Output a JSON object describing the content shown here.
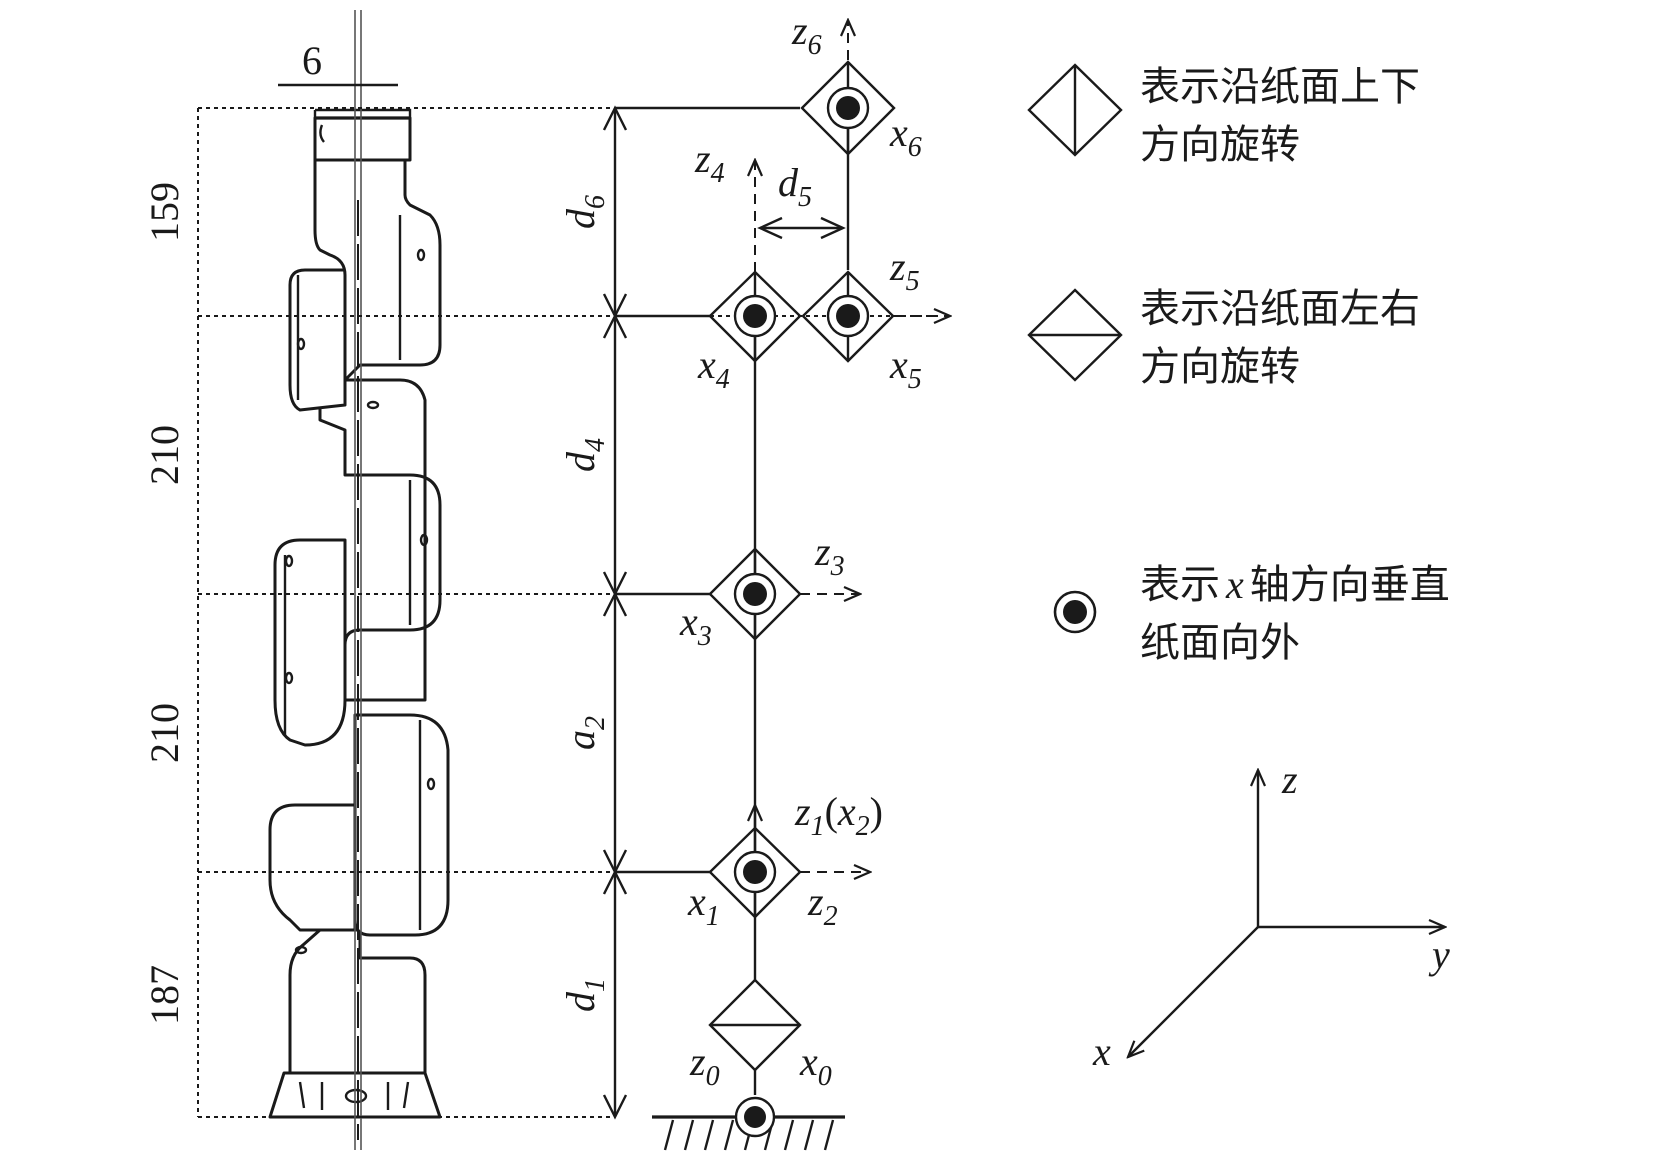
{
  "dimensions": {
    "top_offset": "6",
    "seg_6": "159",
    "seg_4": "210",
    "seg_3": "210",
    "seg_1": "187"
  },
  "params": {
    "d6": {
      "base": "d",
      "sub": "6"
    },
    "d4": {
      "base": "d",
      "sub": "4"
    },
    "a2": {
      "base": "a",
      "sub": "2"
    },
    "d1": {
      "base": "d",
      "sub": "1"
    },
    "d5": {
      "base": "d",
      "sub": "5"
    }
  },
  "axes": {
    "z6": {
      "base": "z",
      "sub": "6"
    },
    "x6": {
      "base": "x",
      "sub": "6"
    },
    "z4": {
      "base": "z",
      "sub": "4"
    },
    "z5": {
      "base": "z",
      "sub": "5"
    },
    "x4": {
      "base": "x",
      "sub": "4"
    },
    "x5": {
      "base": "x",
      "sub": "5"
    },
    "z3": {
      "base": "z",
      "sub": "3"
    },
    "x3": {
      "base": "x",
      "sub": "3"
    },
    "z1x2": {
      "base": "z",
      "sub": "1",
      "paren_base": "x",
      "paren_sub": "2"
    },
    "x1": {
      "base": "x",
      "sub": "1"
    },
    "z2": {
      "base": "z",
      "sub": "2"
    },
    "z0": {
      "base": "z",
      "sub": "0"
    },
    "x0": {
      "base": "x",
      "sub": "0"
    }
  },
  "legend": {
    "updown_line1": "表示沿纸面上下",
    "updown_line2": "方向旋转",
    "leftright_line1": "表示沿纸面左右",
    "leftright_line2": "方向旋转",
    "dot_prefix": "表示",
    "dot_var": "x",
    "dot_suffix": "轴方向垂直",
    "dot_line2": "纸面向外"
  },
  "world_axes": {
    "z": "z",
    "y": "y",
    "x": "x"
  }
}
